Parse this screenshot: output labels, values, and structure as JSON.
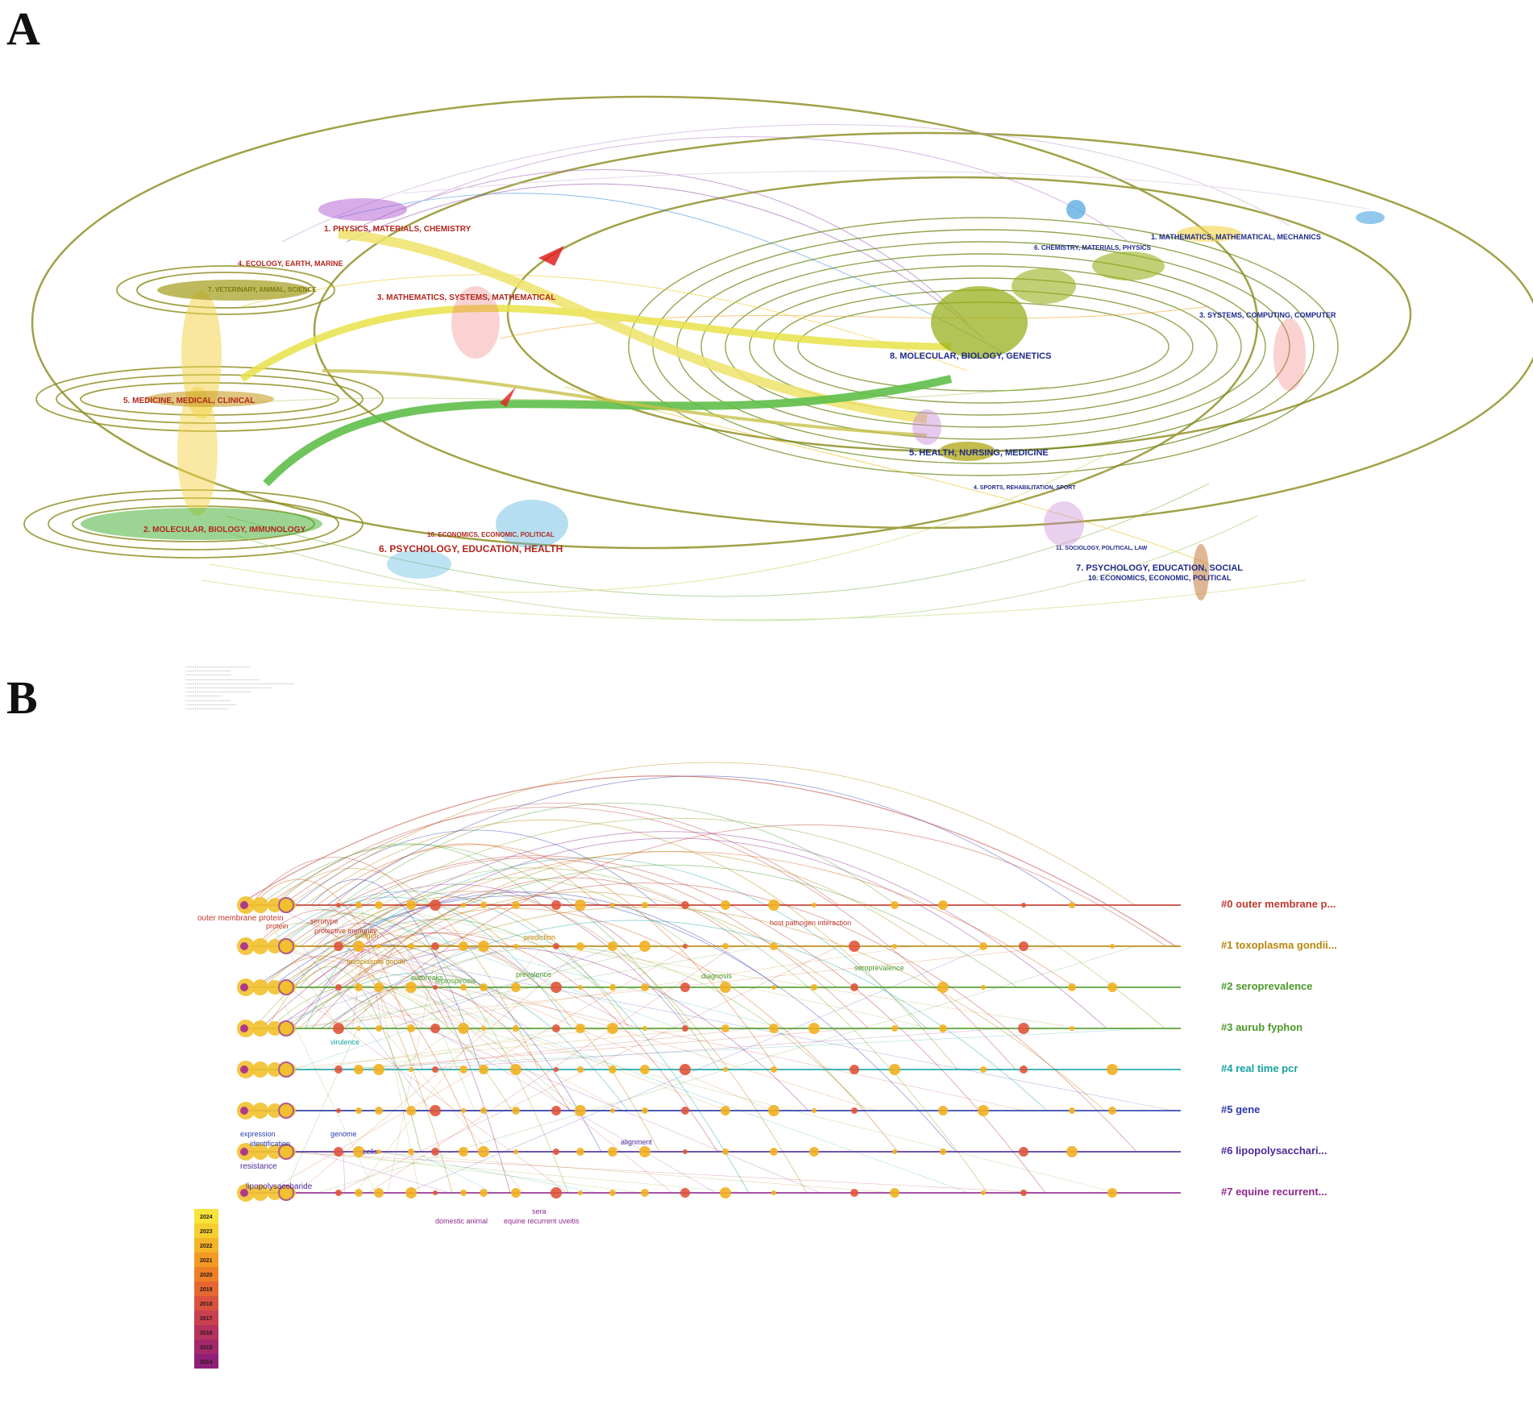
{
  "panels": {
    "a": {
      "letter": "A"
    },
    "b": {
      "letter": "B"
    }
  },
  "dual_map": {
    "left_labels": [
      "1. PHYSICS, MATERIALS, CHEMISTRY",
      "2. MOLECULAR, BIOLOGY, IMMUNOLOGY",
      "3. MATHEMATICS, SYSTEMS, MATHEMATICAL",
      "4. ECOLOGY, EARTH, MARINE",
      "5. MEDICINE, MEDICAL, CLINICAL",
      "6. PSYCHOLOGY, EDUCATION, HEALTH",
      "7. VETERINARY, ANIMAL, SCIENCE",
      "10. ECONOMICS, ECONOMIC, POLITICAL"
    ],
    "right_labels": [
      "8. MOLECULAR, BIOLOGY, GENETICS",
      "5. HEALTH, NURSING, MEDICINE",
      "7. PSYCHOLOGY, EDUCATION, SOCIAL",
      "3. SYSTEMS, COMPUTING, COMPUTER",
      "6. CHEMISTRY, MATERIALS, PHYSICS",
      "1. MATHEMATICS, MATHEMATICAL, MECHANICS",
      "10. ECONOMICS, ECONOMIC, POLITICAL",
      "4. SPORTS, REHABILITATION, SPORT",
      "11. SOCIOLOGY, POLITICAL, LAW"
    ]
  },
  "timeline": {
    "clusters": [
      {
        "id": "#0",
        "label": "#0 outer membrane p...",
        "color": "#c0392b"
      },
      {
        "id": "#1",
        "label": "#1 toxoplasma gondii...",
        "color": "#b8860b"
      },
      {
        "id": "#2",
        "label": "#2 seroprevalence",
        "color": "#4c9a2a"
      },
      {
        "id": "#3",
        "label": "#3 aurub fyphon",
        "color": "#4c9a2a"
      },
      {
        "id": "#4",
        "label": "#4 real time pcr",
        "color": "#17a2a2"
      },
      {
        "id": "#5",
        "label": "#5 gene",
        "color": "#2b3bb0"
      },
      {
        "id": "#6",
        "label": "#6 lipopolysacchari...",
        "color": "#4b2a9a"
      },
      {
        "id": "#7",
        "label": "#7 equine recurrent...",
        "color": "#8e2a8e"
      }
    ],
    "node_labels": [
      "outer membrane protein",
      "protein",
      "serotype",
      "protective immunity",
      "antigen",
      "prediction",
      "host pathogen interaction",
      "toxoplasma gondii",
      "outbreaks",
      "prevalence",
      "leptospirosis",
      "diagnosis",
      "seroprevalence",
      "virulence",
      "expression",
      "identification",
      "genome",
      "alignment",
      "lipopolysaccharide",
      "resistance",
      "cells",
      "equine recurrent uveitis",
      "domestic animal",
      "sera"
    ],
    "legend_years": [
      "2024",
      "2023",
      "2022",
      "2021",
      "2020",
      "2019",
      "2018",
      "2017",
      "2016",
      "2015",
      "2014"
    ]
  }
}
